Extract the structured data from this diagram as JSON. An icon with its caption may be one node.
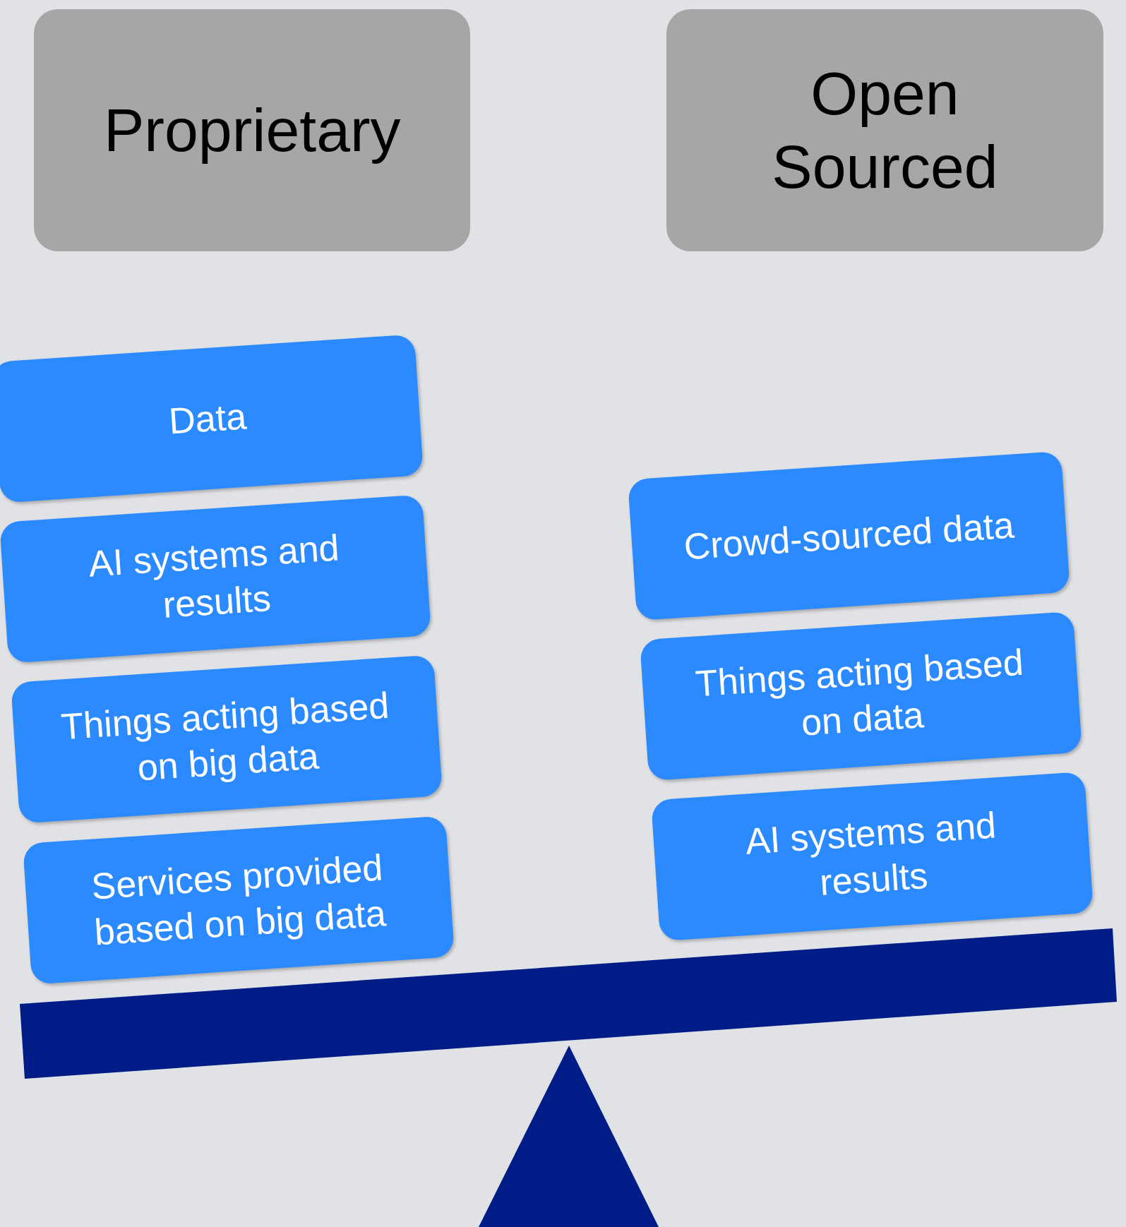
{
  "diagram": {
    "nodes": [
      {
        "text": [
          "Proprietary"
        ]
      },
      {
        "text": [
          "Open Sourced"
        ]
      },
      {
        "text": [
          "Data"
        ]
      },
      {
        "text": [
          "AI systems and results"
        ]
      },
      {
        "text": [
          "Things acting based on big data"
        ]
      },
      {
        "text": [
          "Services provided based on big data"
        ]
      },
      {
        "text": [
          "Crowd-sourced data"
        ]
      },
      {
        "text": [
          "Things acting based on data"
        ]
      },
      {
        "text": [
          "AI systems and results"
        ]
      }
    ],
    "edges": []
  }
}
